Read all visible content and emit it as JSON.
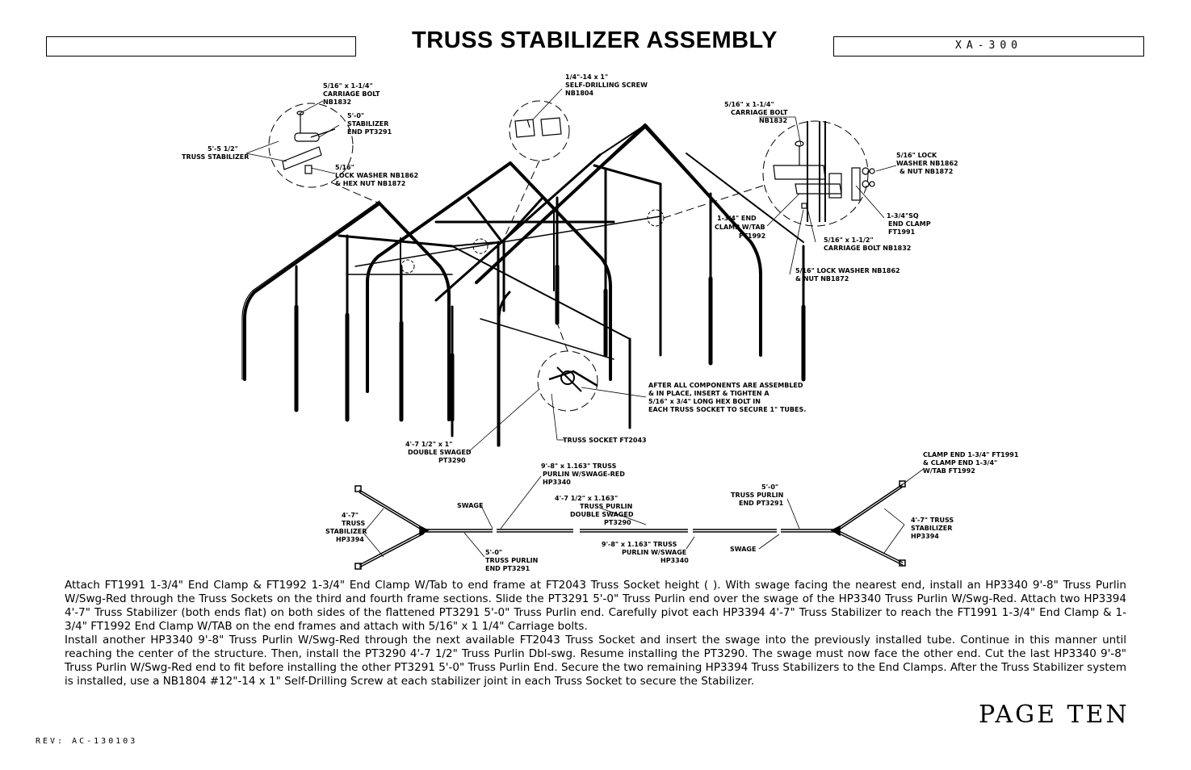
{
  "header": {
    "title": "TRUSS STABILIZER ASSEMBLY",
    "doc_code": "XA-300"
  },
  "callouts": {
    "detail_tl": {
      "bolt": [
        "5/16\" x 1-1/4\"",
        "CARRIAGE BOLT",
        "NB1832"
      ],
      "stab_end": [
        "5'-0\"",
        "STABILIZER",
        "END PT3291"
      ],
      "truss_stab": [
        "5'-5 1/2\"",
        "TRUSS STABILIZER"
      ],
      "washer": [
        "5/16\"",
        "LOCK WASHER NB1862",
        "& HEX NUT NB1872"
      ]
    },
    "detail_top": [
      "1/4\"-14 x 1\"",
      "SELF-DRILLING SCREW",
      "NB1804"
    ],
    "detail_right": {
      "bolt": [
        "5/16\" x 1-1/4\"",
        "CARRIAGE BOLT",
        "NB1832"
      ],
      "lock": [
        "5/16\" LOCK",
        "WASHER NB1862",
        "& NUT NB1872"
      ],
      "sq_clamp": [
        "1-3/4\"SQ",
        "END CLAMP",
        "FT1991"
      ],
      "end_clamp": [
        "1-3/4\" END",
        "CLAMP W/TAB",
        "FT1992"
      ],
      "bolt2": [
        "5/16\" x 1-1/2\"",
        "CARRIAGE BOLT NB1832"
      ],
      "washer2": [
        "5/16\" LOCK WASHER NB1862",
        "& NUT NB1872"
      ]
    },
    "after_note": [
      "AFTER ALL COMPONENTS ARE ASSEMBLED",
      "& IN PLACE, INSERT & TIGHTEN A",
      "5/16\" x 3/4\" LONG HEX BOLT IN",
      "EACH TRUSS SOCKET TO SECURE 1\" TUBES."
    ],
    "truss_socket": "TRUSS SOCKET FT2043",
    "double_swaged": [
      "4'-7 1/2\" x 1\"",
      "DOUBLE SWAGED",
      "PT3290"
    ],
    "purlin_red": [
      "9'-8\" x 1.163\" TRUSS",
      "PURLIN W/SWAGE-RED",
      "HP3340"
    ],
    "purlin_dbl": [
      "4'-7 1/2\" x 1.163\"",
      "TRUSS PURLIN",
      "DOUBLE SWAGED",
      "PT3290"
    ],
    "purlin_swage": [
      "9'-8\" x 1.163\" TRUSS",
      "PURLIN W/SWAGE",
      "HP3340"
    ],
    "purlin_end_right": [
      "5'-0\"",
      "TRUSS PURLIN",
      "END PT3291"
    ],
    "purlin_end_left": [
      "5'-0\"",
      "TRUSS PURLIN",
      "END PT3291"
    ],
    "swage": "SWAGE",
    "stab_left": [
      "4'-7\"",
      "TRUSS",
      "STABILIZER",
      "HP3394"
    ],
    "stab_right": [
      "4'-7\" TRUSS",
      "STABILIZER",
      "HP3394"
    ],
    "clamp_end": [
      "CLAMP END 1-3/4\" FT1991",
      "& CLAMP END 1-3/4\"",
      "W/TAB FT1992"
    ]
  },
  "instructions": [
    "Attach FT1991 1-3/4\" End Clamp & FT1992 1-3/4\" End Clamp W/Tab to end frame at FT2043 Truss Socket height ( ). With swage facing the nearest end, install an HP3340 9'-8\" Truss Purlin W/Swg-Red through the Truss Sockets on the third and fourth frame sections. Slide the PT3291 5'-0\" Truss Purlin end over the swage of the HP3340 Truss Purlin W/Swg-Red. Attach two HP3394 4'-7\" Truss Stabilizer (both ends flat) on both sides of the flattened PT3291 5'-0\" Truss Purlin end. Carefully pivot each HP3394 4'-7\" Truss Stabilizer to reach the FT1991 1-3/4\" End Clamp & 1-3/4\" FT1992 End Clamp W/TAB on the end frames and attach with 5/16\" x 1 1/4\" Carriage bolts.",
    "Install another HP3340 9'-8\" Truss Purlin W/Swg-Red through the next available FT2043 Truss Socket and insert the swage into the previously installed tube. Continue in this manner until reaching the center of the structure. Then, install the PT3290 4'-7 1/2\" Truss Purlin Dbl-swg. Resume installing the PT3290. The swage must now face the other end. Cut the last HP3340 9'-8\" Truss Purlin W/Swg-Red end to fit before installing the other PT3291 5'-0\" Truss Purlin End. Secure the two remaining HP3394 Truss Stabilizers to the End Clamps. After the Truss Stabilizer system is installed, use a NB1804 #12\"-14 x 1\" Self-Drilling Screw at each stabilizer joint in each Truss Socket to secure the Stabilizer."
  ],
  "footer": {
    "page_label": "PAGE TEN",
    "revision": "REV: AC-130103"
  }
}
